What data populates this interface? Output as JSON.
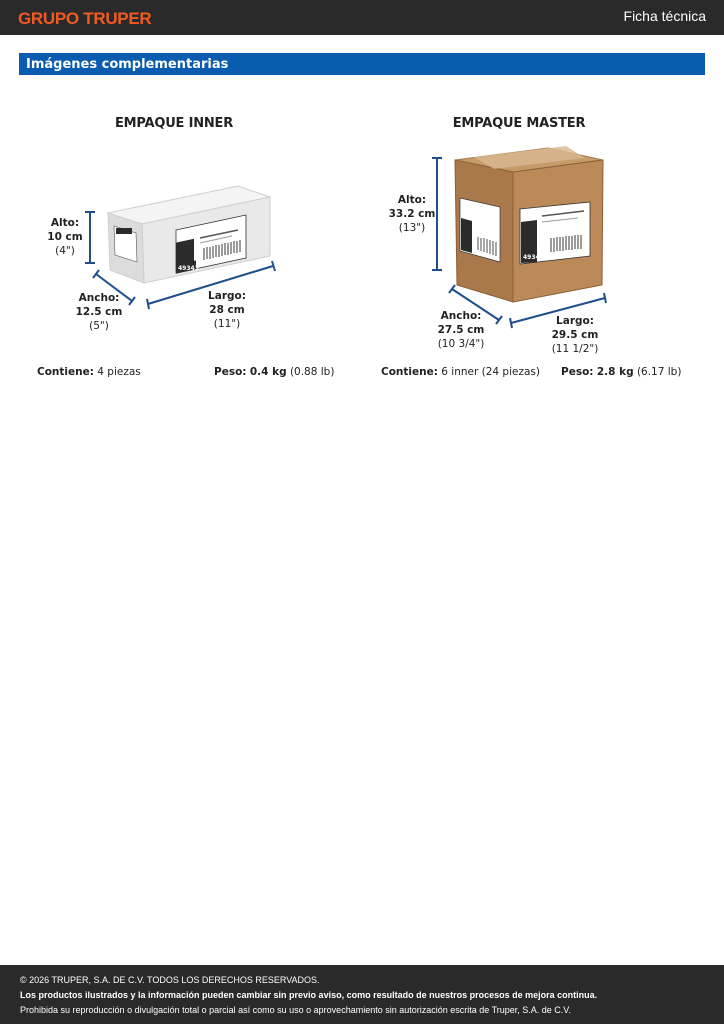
{
  "header": {
    "logo_text": "GRUPO TRUPER",
    "doc_type": "Ficha técnica",
    "brand_color": "#f15a22",
    "bar_color": "#2a2a2a"
  },
  "section": {
    "title": "Imágenes complementarias",
    "color": "#0a5cb0"
  },
  "inner": {
    "title": "EMPAQUE INNER",
    "alto": {
      "label": "Alto:",
      "value": "10 cm",
      "imperial": "(4\")"
    },
    "ancho": {
      "label": "Ancho:",
      "value": "12.5 cm",
      "imperial": "(5\")"
    },
    "largo": {
      "label": "Largo:",
      "value": "28 cm",
      "imperial": "(11\")"
    },
    "contiene_label": "Contiene:",
    "contiene_value": "4 piezas",
    "peso_label": "Peso:",
    "peso_value": "0.4 kg",
    "peso_imperial": "(0.88 lb)",
    "box_code": "49343"
  },
  "master": {
    "title": "EMPAQUE MASTER",
    "alto": {
      "label": "Alto:",
      "value": "33.2 cm",
      "imperial": "(13\")"
    },
    "ancho": {
      "label": "Ancho:",
      "value": "27.5 cm",
      "imperial": "(10 3/4\")"
    },
    "largo": {
      "label": "Largo:",
      "value": "29.5 cm",
      "imperial": "(11 1/2\")"
    },
    "contiene_label": "Contiene:",
    "contiene_value": "6 inner (24 piezas)",
    "peso_label": "Peso:",
    "peso_value": "2.8 kg",
    "peso_imperial": "(6.17 lb)",
    "box_code": "49343"
  },
  "footer": {
    "copyright": "© 2026 TRUPER, S.A. DE C.V. TODOS LOS DERECHOS RESERVADOS.",
    "notice": "Los productos ilustrados y la información pueden cambiar sin previo aviso, como resultado de nuestros procesos de mejora continua.",
    "prohibition": "Prohibida su reproducción o divulgación total o parcial así como su uso o aprovechamiento sin autorización escrita de Truper, S.A. de C.V."
  },
  "dimension_line_color": "#1f4e8c"
}
